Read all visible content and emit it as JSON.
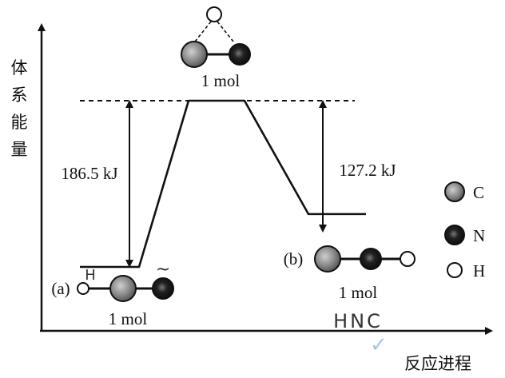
{
  "chart_data": {
    "type": "line",
    "ylabel_chars": [
      "体",
      "系",
      "能",
      "量"
    ],
    "xlabel": "反应进程",
    "path": [
      {
        "x": 0,
        "y": 0
      },
      {
        "x": 1,
        "y": 186.5
      },
      {
        "x": 2,
        "y": 186.5
      },
      {
        "x": 3,
        "y": 59.3
      }
    ],
    "ylim": [
      0,
      240
    ],
    "annotations": {
      "forward_energy": "186.5 kJ",
      "reverse_energy": "127.2 kJ",
      "reactant_amount": "1 mol",
      "ts_amount": "1 mol",
      "product_amount": "1 mol",
      "reactant_label": "(a)",
      "product_label": "(b)"
    },
    "legend": [
      {
        "symbol": "C",
        "label": "C",
        "color": "#8a8a8a"
      },
      {
        "symbol": "N",
        "label": "N",
        "color": "#1a1a1a"
      },
      {
        "symbol": "H",
        "label": "H",
        "color": "#ffffff"
      }
    ],
    "handwriting": {
      "product_formula": "HNC",
      "reactant_h": "H",
      "tilde": "~"
    },
    "watermark": "✓"
  }
}
